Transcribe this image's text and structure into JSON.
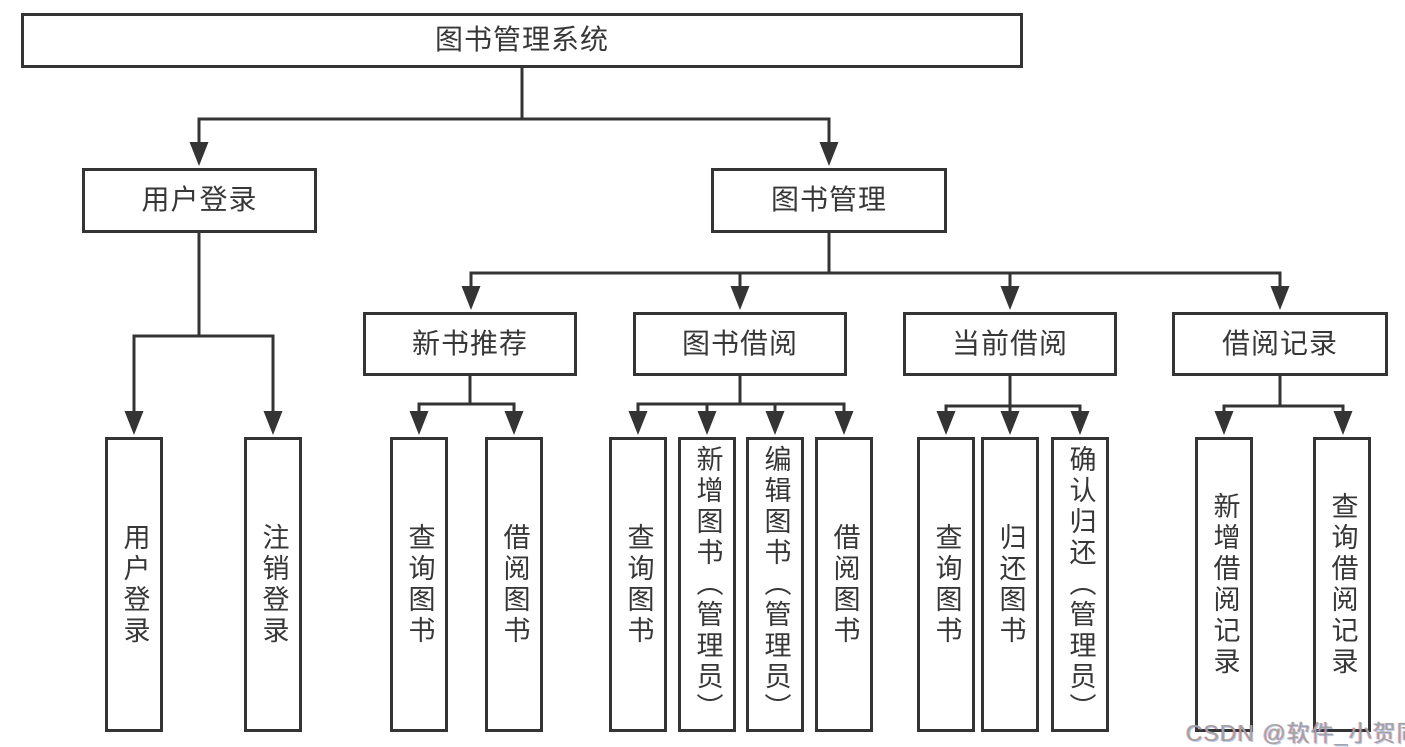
{
  "diagram": {
    "root": {
      "label": "图书管理系统"
    },
    "level2": {
      "user_login": {
        "label": "用户登录"
      },
      "book_management": {
        "label": "图书管理"
      }
    },
    "level3": {
      "new_book_recommend": {
        "label": "新书推荐"
      },
      "book_borrow": {
        "label": "图书借阅"
      },
      "current_borrow": {
        "label": "当前借阅"
      },
      "borrow_records": {
        "label": "借阅记录"
      }
    },
    "leaves": {
      "login": [
        "用户登录",
        "注销登录"
      ],
      "recommend": [
        "查询图书",
        "借阅图书"
      ],
      "borrow": [
        "查询图书",
        "新增图书（管理员）",
        "编辑图书（管理员）",
        "借阅图书"
      ],
      "current": [
        "查询图书",
        "归还图书",
        "确认归还（管理员）"
      ],
      "records": [
        "新增借阅记录",
        "查询借阅记录"
      ]
    }
  },
  "watermark": "CSDN @软件_小贺同学",
  "colors": {
    "line": "#343434",
    "text": "#373737",
    "watermark": "#a2a2a2",
    "background": "#ffffff"
  }
}
